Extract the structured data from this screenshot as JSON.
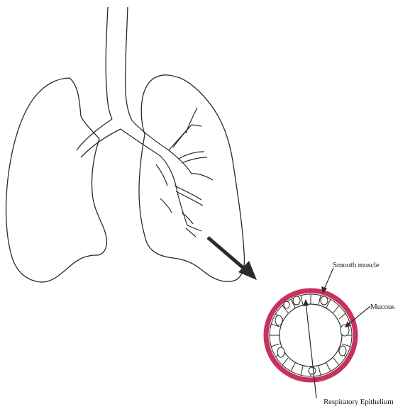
{
  "labels": {
    "smooth_muscle": "Smooth muscle",
    "mucous": "Mucous",
    "respiratory_epithelium": "Respiratory Epithelium"
  },
  "colors": {
    "outline": "#2a2a2a",
    "smooth_muscle_ring": "#c8325c",
    "arrow": "#2b2b2b"
  }
}
